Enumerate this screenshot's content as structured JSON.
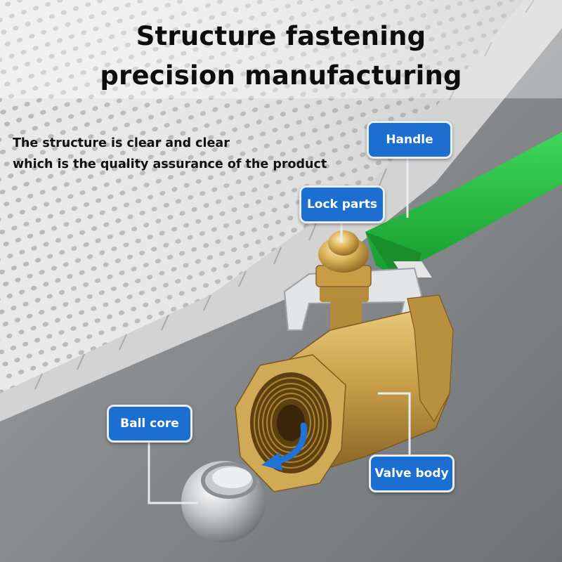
{
  "headline": {
    "line1": "Structure fastening",
    "line2": "precision manufacturing"
  },
  "subtext": {
    "line1": "The structure is clear and clear",
    "line2": "which is the quality assurance of the product"
  },
  "callouts": {
    "handle": "Handle",
    "lock_parts": "Lock parts",
    "ball_core": "Ball core",
    "valve_body": "Valve body"
  },
  "colors": {
    "callout_fill": "#1c6fd1",
    "handle_green": "#22b53c",
    "brass": "#c9a04a"
  }
}
